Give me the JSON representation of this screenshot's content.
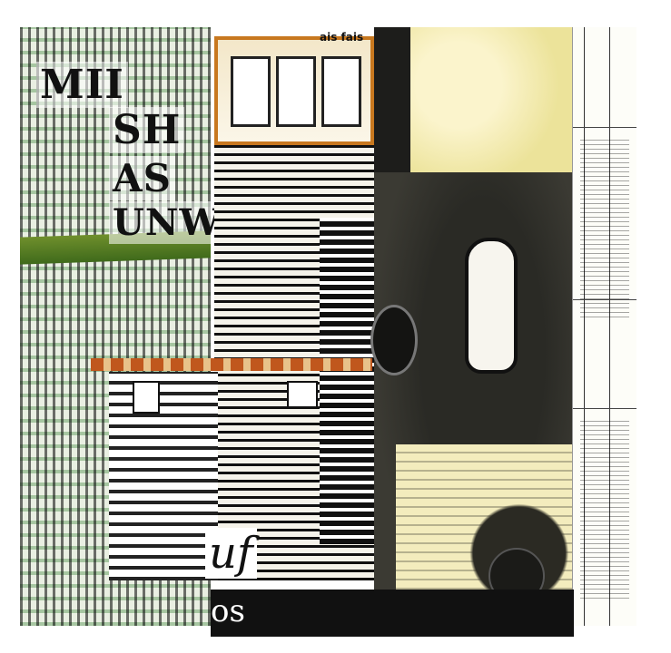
{
  "scene": {
    "type": "photo-collage",
    "palette": {
      "paper": "#f5f3ea",
      "ink": "#111111",
      "green": "#3f6a1b",
      "orange": "#c0571d",
      "yellow": "#ece39a",
      "dark": "#2f2f2a"
    }
  },
  "headline_fragments": {
    "line1": "MII",
    "line2": "SH",
    "line3": "AS",
    "line4": "UNWI"
  },
  "scrap_text": {
    "top_fragment": "ais fais",
    "italic_letter": "uf",
    "bottom_fragment": "os"
  }
}
